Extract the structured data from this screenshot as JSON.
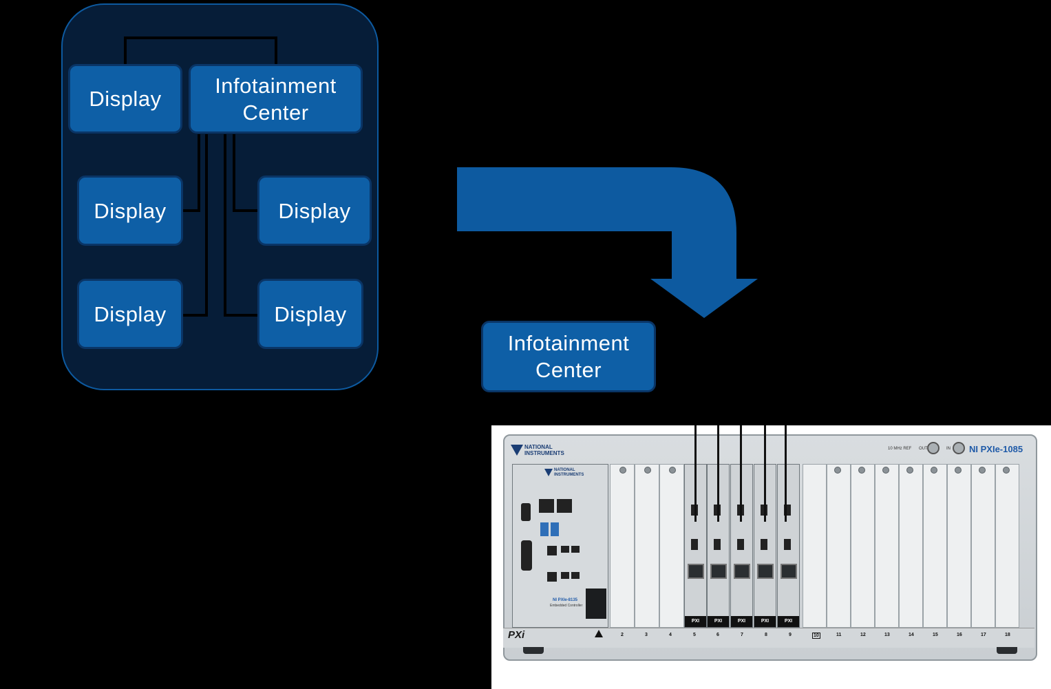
{
  "diagram": {
    "top_center_label": "Infotainment\nCenter",
    "display_labels": [
      "Display",
      "Display",
      "Display",
      "Display",
      "Display"
    ],
    "bottom_center_label": "Infotainment\nCenter"
  },
  "chassis": {
    "brand_line1": "NATIONAL",
    "brand_line2": "INSTRUMENTS",
    "model": "NI PXIe-1085",
    "ref_label": "10 MHz REF",
    "out_label": "OUT",
    "in_label": "IN",
    "controller_brand_line1": "NATIONAL",
    "controller_brand_line2": "INSTRUMENTS",
    "controller_model": "NI PXIe-8135",
    "controller_sub": "Embedded Controller",
    "pxi_logo": "PXi",
    "module_tag": "PXI",
    "slot_numbers": [
      "2",
      "3",
      "4",
      "5",
      "6",
      "7",
      "8",
      "9",
      "10",
      "11",
      "12",
      "13",
      "14",
      "15",
      "16",
      "17",
      "18"
    ]
  },
  "colors": {
    "box_fill": "#0e5fa6",
    "panel_fill": "#061d38",
    "arrow": "#0d5aa0"
  }
}
